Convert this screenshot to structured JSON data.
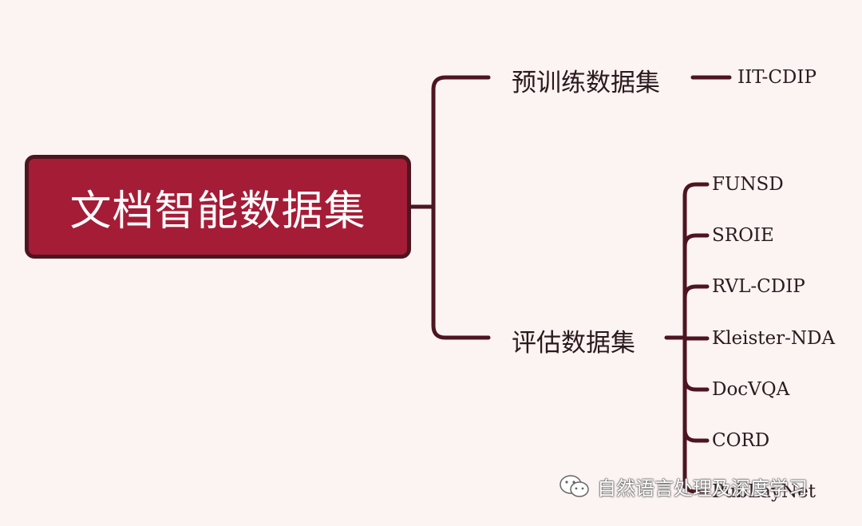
{
  "colors": {
    "background": "#fcf3f3",
    "root_fill": "#a51c36",
    "connector": "#4d1520",
    "text": "#2a1a1d"
  },
  "root": {
    "label": "文档智能数据集"
  },
  "branches": [
    {
      "label": "预训练数据集",
      "leaves": [
        "IIT-CDIP"
      ]
    },
    {
      "label": "评估数据集",
      "leaves": [
        "FUNSD",
        "SROIE",
        "RVL-CDIP",
        "Kleister-NDA",
        "DocVQA",
        "CORD",
        "PubLayNet"
      ]
    }
  ],
  "watermark": {
    "icon": "wechat-icon",
    "text": "自然语言处理及深度学习"
  }
}
